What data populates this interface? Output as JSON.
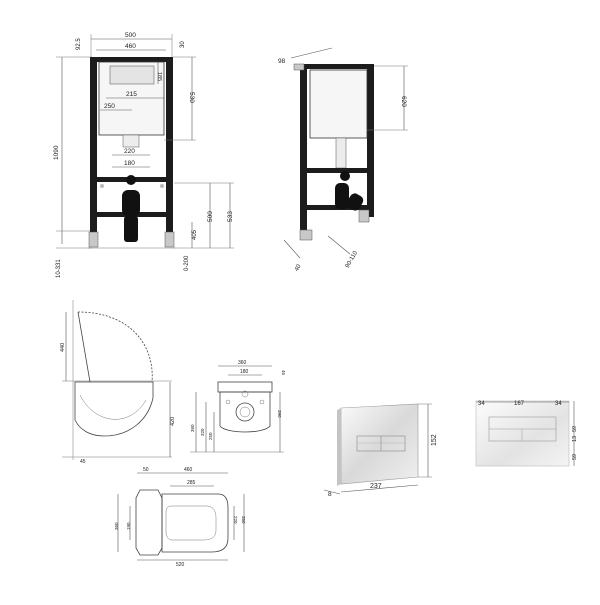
{
  "frame_front": {
    "top_offset": "92.5",
    "width_outer": "500",
    "width_inner": "460",
    "top_gap": "30",
    "flush_height": "185",
    "tank_depth": "530",
    "inner_215": "215",
    "inner_250": "250",
    "total_height": "1090",
    "pipe_220": "220",
    "pipe_180": "180",
    "h_500": "500",
    "h_533": "533",
    "h_405": "405",
    "feet": "0-200",
    "foot_range": "10-331"
  },
  "frame_side": {
    "depth_98": "98",
    "tank_620": "620",
    "foot_40": "40",
    "pipe_90_110": "90-110"
  },
  "toilet_side": {
    "seat_height": "440",
    "height_420": "420",
    "bottom_45": "45"
  },
  "toilet_rear": {
    "width_360": "360",
    "width_180": "180",
    "h_360": "360",
    "h_320": "320",
    "h_250": "250",
    "h_390": "390",
    "h_45": "45"
  },
  "toilet_top": {
    "w_50": "50",
    "w_460": "460",
    "w_285": "285",
    "d_360": "360",
    "d_190": "190",
    "d_220": "220",
    "d_350": "350",
    "total_520": "520"
  },
  "plate_persp": {
    "width": "237",
    "height": "152",
    "depth": "8"
  },
  "plate_front": {
    "margin_left": "34",
    "button_width": "167",
    "margin_right": "34",
    "right_59a": "59",
    "right_13": "13",
    "right_59b": "59"
  }
}
